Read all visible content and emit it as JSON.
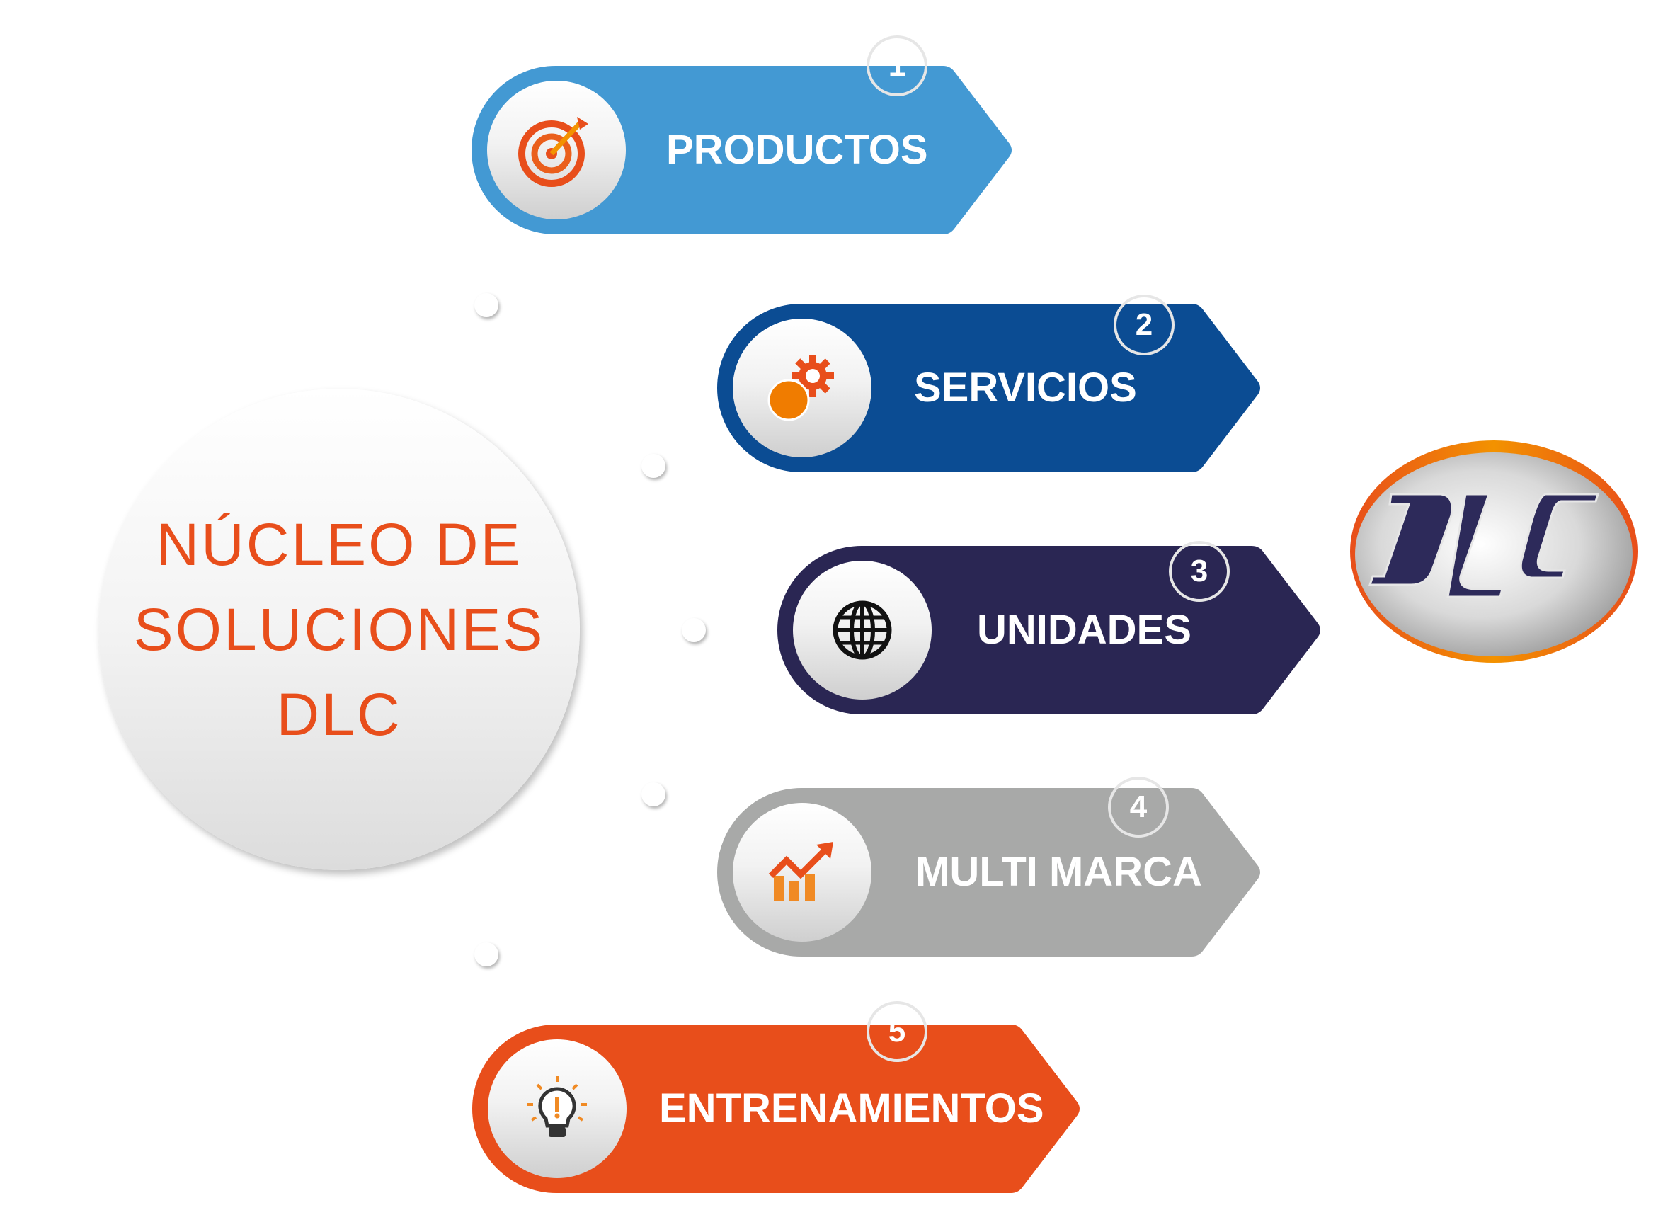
{
  "core": {
    "lines": [
      "NÚCLEO DE",
      "SOLUCIONES",
      "DLC"
    ]
  },
  "items": [
    {
      "number": "1",
      "label": "PRODUCTOS",
      "icon": "target-icon",
      "color": "#4399d3"
    },
    {
      "number": "2",
      "label": "SERVICIOS",
      "icon": "gear-icon",
      "color": "#0b4c93"
    },
    {
      "number": "3",
      "label": "UNIDADES",
      "icon": "globe-icon",
      "color": "#2a2653"
    },
    {
      "number": "4",
      "label": "MULTI MARCA",
      "icon": "growth-chart-icon",
      "color": "#a8a9a8"
    },
    {
      "number": "5",
      "label": "ENTRENAMIENTOS",
      "icon": "lightbulb-icon",
      "color": "#e84e1b"
    }
  ],
  "logo": {
    "text": "DLC"
  },
  "colors": {
    "accent": "#e84e1b",
    "navy": "#2a2653"
  }
}
